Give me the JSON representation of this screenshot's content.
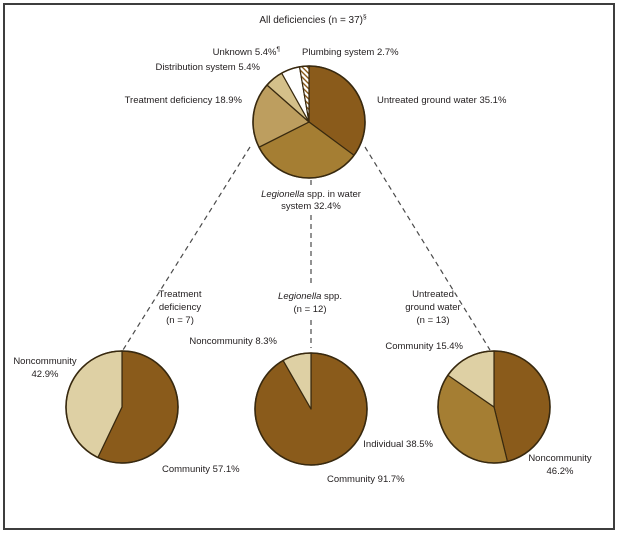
{
  "figure": {
    "title_text": "All deficiencies (n = 37)",
    "title_sup": "§"
  },
  "palette": {
    "dark_brown": "#8a5b1b",
    "medium_brown": "#a57e33",
    "tan": "#bd9e5f",
    "light_tan": "#d4c08a",
    "cream": "#ded0a4",
    "white": "#ffffff",
    "hatch_stripe": "#8a5b1b",
    "outline": "#38290f",
    "connector_line": "#4a4a4a",
    "text": "#252122"
  },
  "chart_data": [
    {
      "id": "all",
      "type": "pie",
      "title": "All deficiencies (n = 37)",
      "n": 37,
      "slices": [
        {
          "label": "Untreated ground water",
          "value": 35.1,
          "color": "dark_brown"
        },
        {
          "label": "Legionella spp. in water system",
          "value": 32.4,
          "color": "medium_brown"
        },
        {
          "label": "Treatment deficiency",
          "value": 18.9,
          "color": "tan"
        },
        {
          "label": "Distribution system",
          "value": 5.4,
          "color": "light_tan"
        },
        {
          "label": "Unknown",
          "value": 5.4,
          "color": "white",
          "footnote": "¶"
        },
        {
          "label": "Plumbing system",
          "value": 2.7,
          "color": "hatch"
        }
      ]
    },
    {
      "id": "treatment",
      "type": "pie",
      "title": "Treatment deficiency (n = 7)",
      "n": 7,
      "slices": [
        {
          "label": "Community",
          "value": 57.1,
          "color": "dark_brown"
        },
        {
          "label": "Noncommunity",
          "value": 42.9,
          "color": "cream"
        }
      ]
    },
    {
      "id": "legionella",
      "type": "pie",
      "title": "Legionella spp. (n = 12)",
      "n": 12,
      "slices": [
        {
          "label": "Community",
          "value": 91.7,
          "color": "dark_brown"
        },
        {
          "label": "Noncommunity",
          "value": 8.3,
          "color": "cream"
        }
      ]
    },
    {
      "id": "untreated",
      "type": "pie",
      "title": "Untreated ground water (n = 13)",
      "n": 13,
      "slices": [
        {
          "label": "Noncommunity",
          "value": 46.2,
          "color": "dark_brown"
        },
        {
          "label": "Individual",
          "value": 38.5,
          "color": "medium_brown"
        },
        {
          "label": "Community",
          "value": 15.4,
          "color": "cream"
        }
      ]
    }
  ],
  "labels": {
    "main": {
      "unknown": "Unknown 5.4%",
      "unknown_sup": "¶",
      "plumbing": "Plumbing system 2.7%",
      "distribution": "Distribution system 5.4%",
      "treatment": "Treatment deficiency 18.9%",
      "untreated": "Untreated ground water 35.1%",
      "legionella_italic": "Legionella",
      "legionella_rest": " spp. in water",
      "legionella_line2": "system 32.4%"
    },
    "branch_titles": {
      "left_line1": "Treatment",
      "left_line2": "deficiency",
      "left_line3": "(n = 7)",
      "mid_italic": "Legionella",
      "mid_rest": " spp.",
      "mid_line2": "(n = 12)",
      "right_line1": "Untreated",
      "right_line2": "ground water",
      "right_line3": "(n = 13)"
    },
    "treatment_pie": {
      "noncommunity_line1": "Noncommunity",
      "noncommunity_line2": "42.9%",
      "community": "Community 57.1%"
    },
    "legionella_pie": {
      "noncommunity": "Noncommunity 8.3%",
      "community": "Community 91.7%"
    },
    "untreated_pie": {
      "community": "Community 15.4%",
      "individual": "Individual 38.5%",
      "noncommunity_line1": "Noncommunity",
      "noncommunity_line2": "46.2%"
    }
  }
}
